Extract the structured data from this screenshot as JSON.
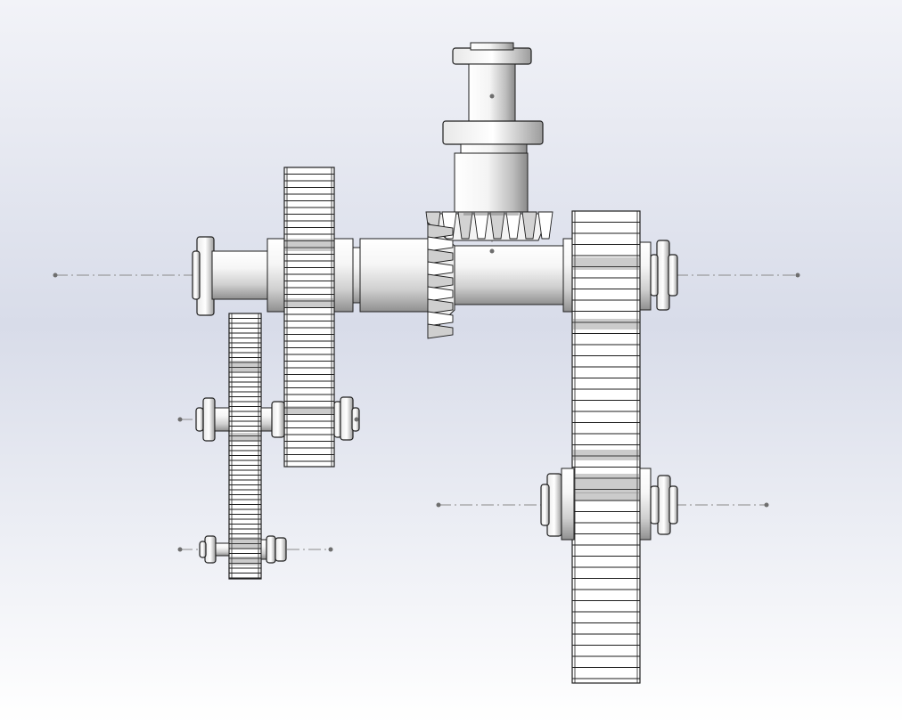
{
  "scene": {
    "kind": "cad-gearbox-assembly",
    "background_top": "#c9cfdf",
    "background_bottom": "#ffffff",
    "centerline_color": "#8a8a8a",
    "edge_color": "#1e1e1e",
    "metal_light": "#ffffff",
    "metal_dark": "#9a9a9a"
  },
  "components": [
    "main-shaft",
    "vertical-input-shaft",
    "bevel-pinion",
    "bevel-gear",
    "large-spur-gear",
    "upper-left-spur-gear",
    "lower-left-spur-gear",
    "intermediate-shaft",
    "left-lower-shaft",
    "right-lower-shaft"
  ]
}
